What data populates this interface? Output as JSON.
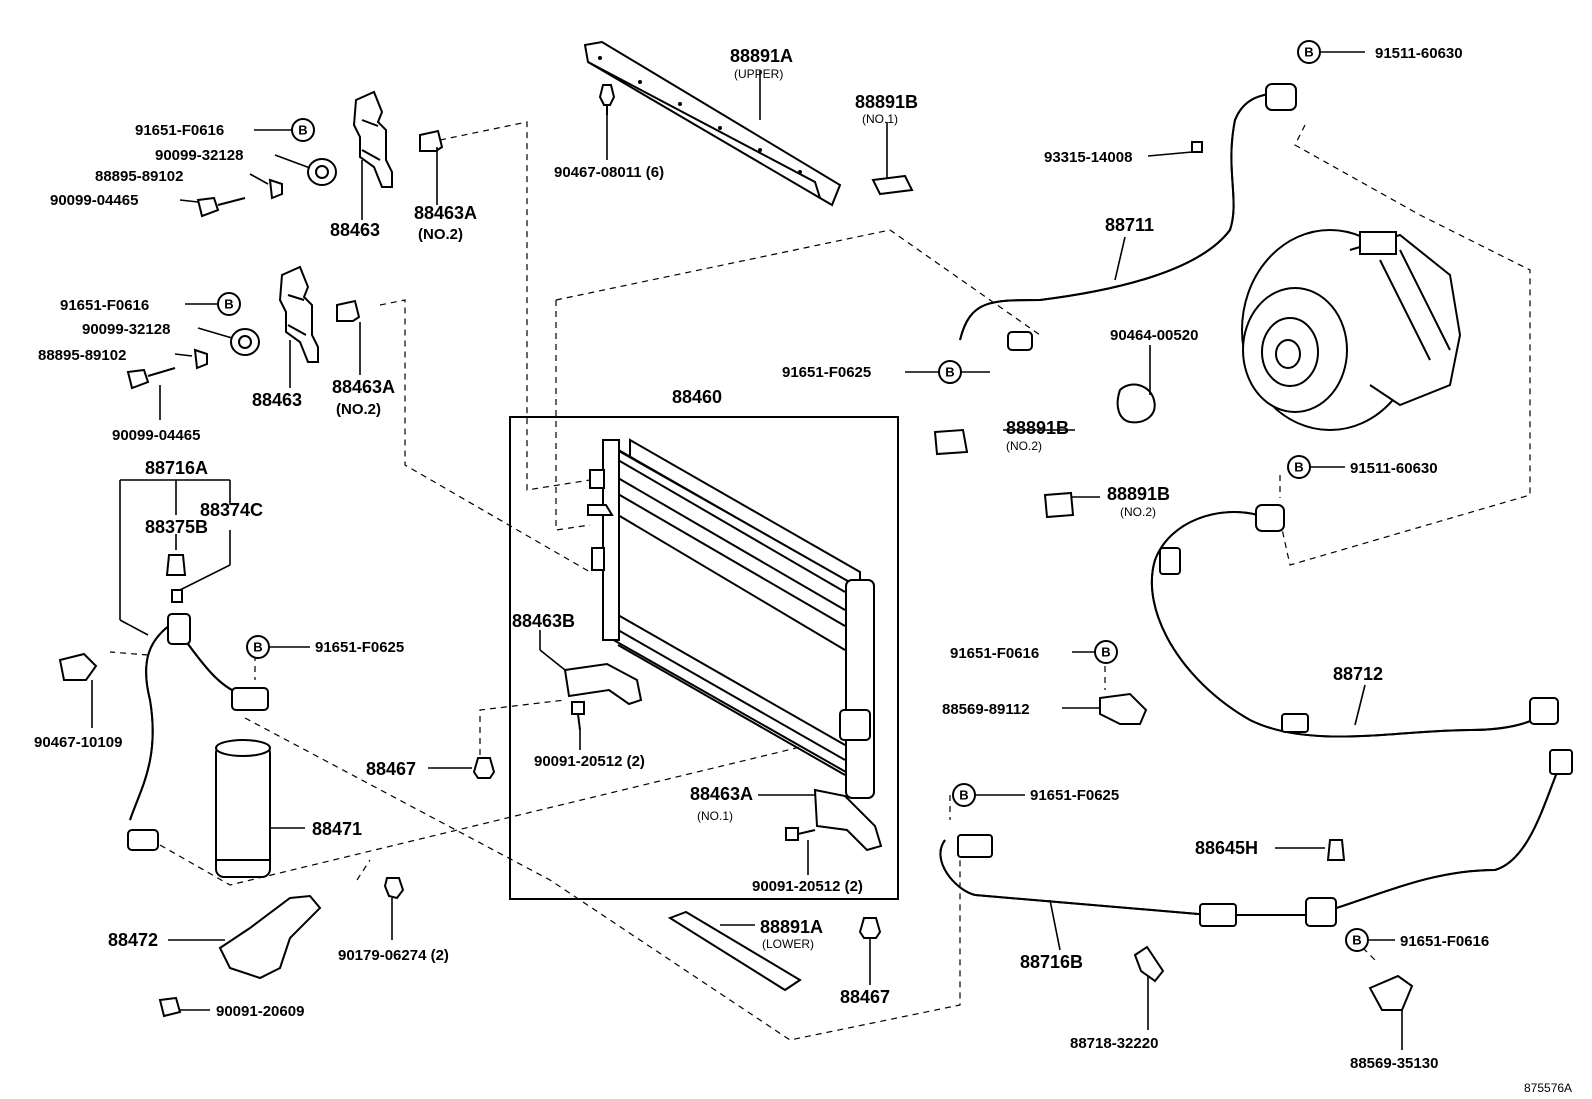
{
  "diagram_id": "875576A",
  "bolt_marker": "B",
  "labels": {
    "p88891A_upper": "88891A",
    "upper": "(UPPER)",
    "p88891B_no1": "88891B",
    "no1": "(NO.1)",
    "p90467_08011": "90467-08011 (6)",
    "p91511_60630_top": "91511-60630",
    "p93315_14008": "93315-14008",
    "p88711": "88711",
    "p90464_00520": "90464-00520",
    "p91651_F0625_hose": "91651-F0625",
    "p91651_F0616_a": "91651-F0616",
    "p90099_32128_a": "90099-32128",
    "p88895_89102_a": "88895-89102",
    "p90099_04465_a": "90099-04465",
    "p88463_a": "88463",
    "p88463A_a": "88463A",
    "no2_a": "(NO.2)",
    "p91651_F0616_b": "91651-F0616",
    "p90099_32128_b": "90099-32128",
    "p88895_89102_b": "88895-89102",
    "p90099_04465_b": "90099-04465",
    "p88463_b": "88463",
    "p88463A_b": "88463A",
    "no2_b": "(NO.2)",
    "p88460": "88460",
    "p88891B_no2_a": "88891B",
    "no2_c": "(NO.2)",
    "p91511_60630_mid": "91511-60630",
    "p88891B_no2_b": "88891B",
    "no2_d": "(NO.2)",
    "p88716A": "88716A",
    "p88374C": "88374C",
    "p88375B": "88375B",
    "p91651_F0625_dryer": "91651-F0625",
    "p90467_10109": "90467-10109",
    "p88471": "88471",
    "p88472": "88472",
    "p90179_06274": "90179-06274 (2)",
    "p90091_20609": "90091-20609",
    "p88463B": "88463B",
    "p90091_20512_a": "90091-20512 (2)",
    "p88467_a": "88467",
    "p88463A_no1": "88463A",
    "no1_b": "(NO.1)",
    "p90091_20512_b": "90091-20512 (2)",
    "p88891A_lower": "88891A",
    "lower": "(LOWER)",
    "p88467_b": "88467",
    "p91651_F0616_c": "91651-F0616",
    "p88569_89112": "88569-89112",
    "p88712": "88712",
    "p91651_F0625_pipe": "91651-F0625",
    "p88645H": "88645H",
    "p88716B": "88716B",
    "p88718_32220": "88718-32220",
    "p91651_F0616_d": "91651-F0616",
    "p88569_35130": "88569-35130"
  }
}
